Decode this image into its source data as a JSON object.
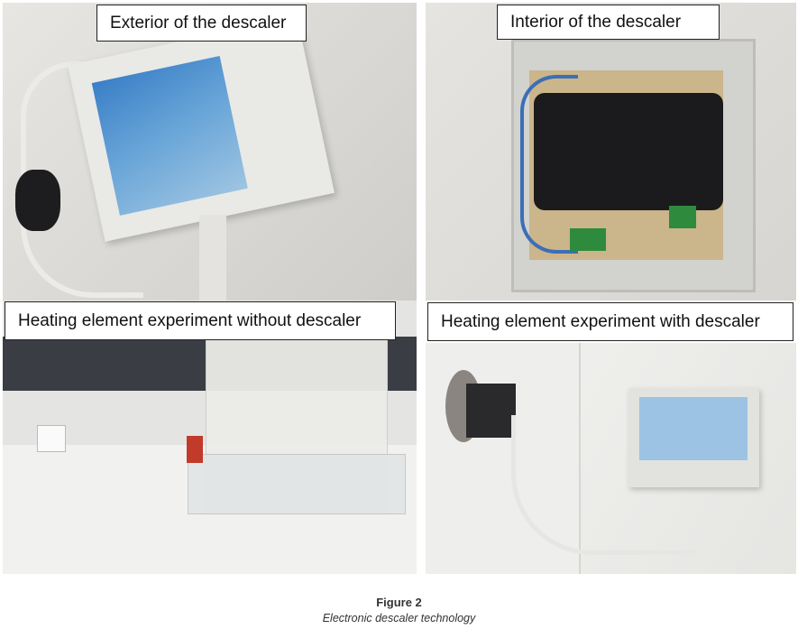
{
  "figure": {
    "panels": [
      {
        "label": "Exterior of the descaler"
      },
      {
        "label": "Interior of the descaler"
      },
      {
        "label": "Heating element experiment without descaler"
      },
      {
        "label": "Heating element experiment with descaler"
      }
    ],
    "caption_title": "Figure 2",
    "caption_text": "Electronic descaler technology"
  },
  "colors": {
    "background": "#ffffff",
    "label_border": "#222222"
  }
}
